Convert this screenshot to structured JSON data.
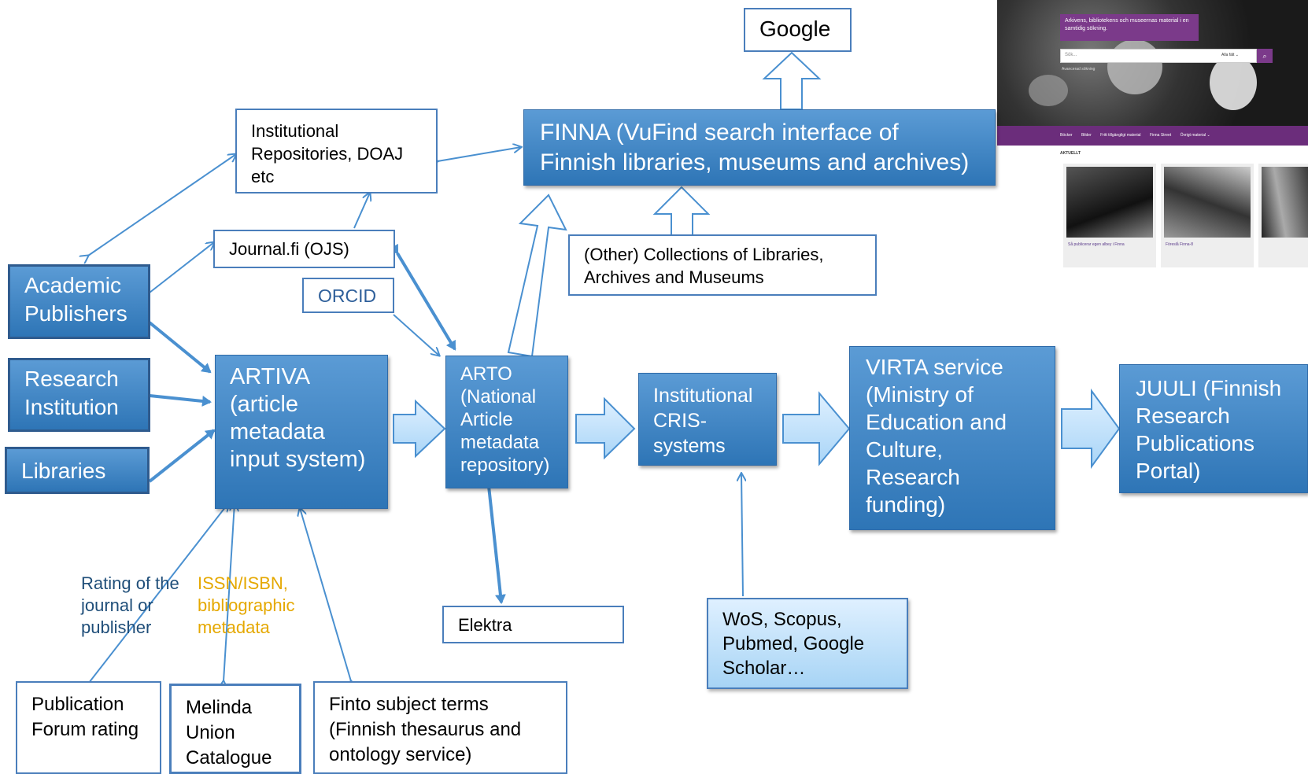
{
  "nodes": {
    "google": "Google",
    "finna": "FINNA (VuFind search interface of Finnish libraries, museums and archives)",
    "institutional_repos": "Institutional Repositories, DOAJ etc",
    "journal_fi": "Journal.fi (OJS)",
    "orcid": "ORCID",
    "other_collections": "(Other) Collections of Libraries, Archives and Museums",
    "academic_publishers": "Academic Publishers",
    "research_institution": "Research Institution",
    "libraries": "Libraries",
    "artiva": "ARTIVA (article metadata input system)",
    "arto": "ARTO (National Article metadata repository)",
    "institutional_cris": "Institutional CRIS-systems",
    "virta": "VIRTA service  (Ministry of Education and Culture, Research funding)",
    "juuli": "JUULI (Finnish Research Publications Portal)",
    "elektra": "Elektra",
    "wos": "WoS, Scopus, Pubmed, Google Scholar…",
    "publication_forum": "Publication Forum rating",
    "melinda": "Melinda Union Catalogue",
    "finto": "Finto subject terms (Finnish thesaurus and ontology service)"
  },
  "notes": {
    "rating": "Rating of the journal or publisher",
    "issn": "ISSN/ISBN, bibliographic metadata"
  },
  "finna_screenshot": {
    "tagline": "Arkivens, bibliotekens och museernas material i en samtidig sökning.",
    "search_placeholder": "Sök...",
    "search_select": "Alla fält ⌄",
    "advanced": "Avancerad sökning",
    "nav": [
      "Böcker",
      "Bilder",
      "Fritt tillgängligt material",
      "Finna Street",
      "Övrigt material ⌄"
    ],
    "section": "AKTUELLT",
    "thumb1_caption": "Så publicerar egen albey i Finna",
    "thumb2_caption": "Föreslå Finna-8"
  },
  "colors": {
    "blue_box": "#2e75b6",
    "connector": "#4a90d0",
    "note_rating": "#1f4e79",
    "note_issn": "#e5a800",
    "finna_purple": "#6b2d7b"
  }
}
